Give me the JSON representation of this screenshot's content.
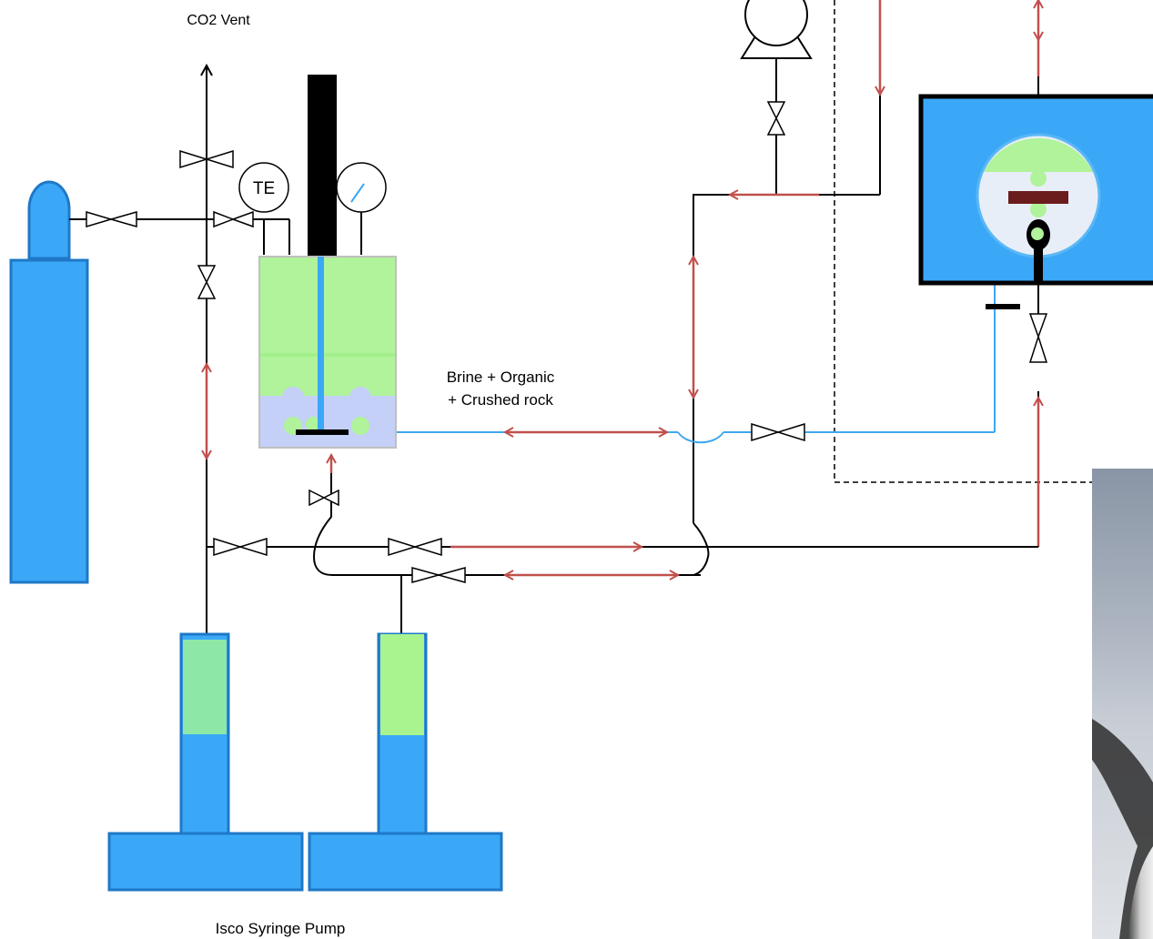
{
  "labels": {
    "co2_vent": "CO2 Vent",
    "temperature_element": "TE",
    "reactor_contents_line1": "Brine + Organic",
    "reactor_contents_line2": "+ Crushed rock",
    "pump": "Isco Syringe Pump"
  },
  "colors": {
    "vessel_blue": "#3aa8f7",
    "vessel_border": "#1f78c7",
    "fluid_green": "#b0f39a",
    "syringe_green_left": "#8de8a8",
    "syringe_green_right": "#a9f48f",
    "reactor_liquid": "#c4d0f7",
    "flow_arrow": "#c0504d",
    "sample_line": "#3ea7f0",
    "cell_body": "#e8eef8",
    "bar_dark": "#6b1d1d",
    "wall_gray": "#8f9aa8"
  }
}
